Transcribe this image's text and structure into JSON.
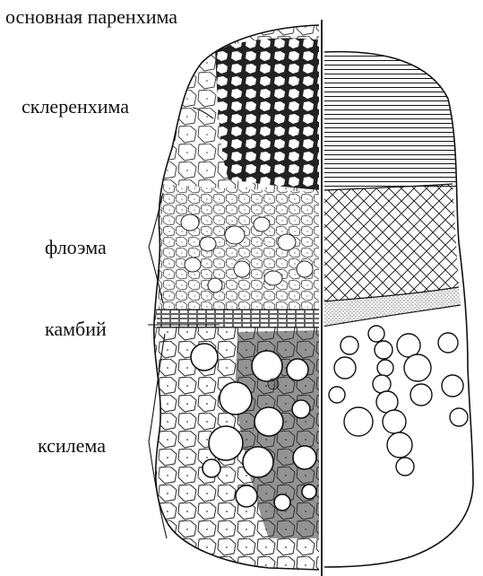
{
  "labels": {
    "ground_parenchyma": "основная паренхима",
    "sclerenchyma": "склеренхима",
    "phloem": "флоэма",
    "cambium": "камбий",
    "xylem": "ксилема"
  },
  "colors": {
    "ink": "#111111",
    "background": "#ffffff"
  }
}
